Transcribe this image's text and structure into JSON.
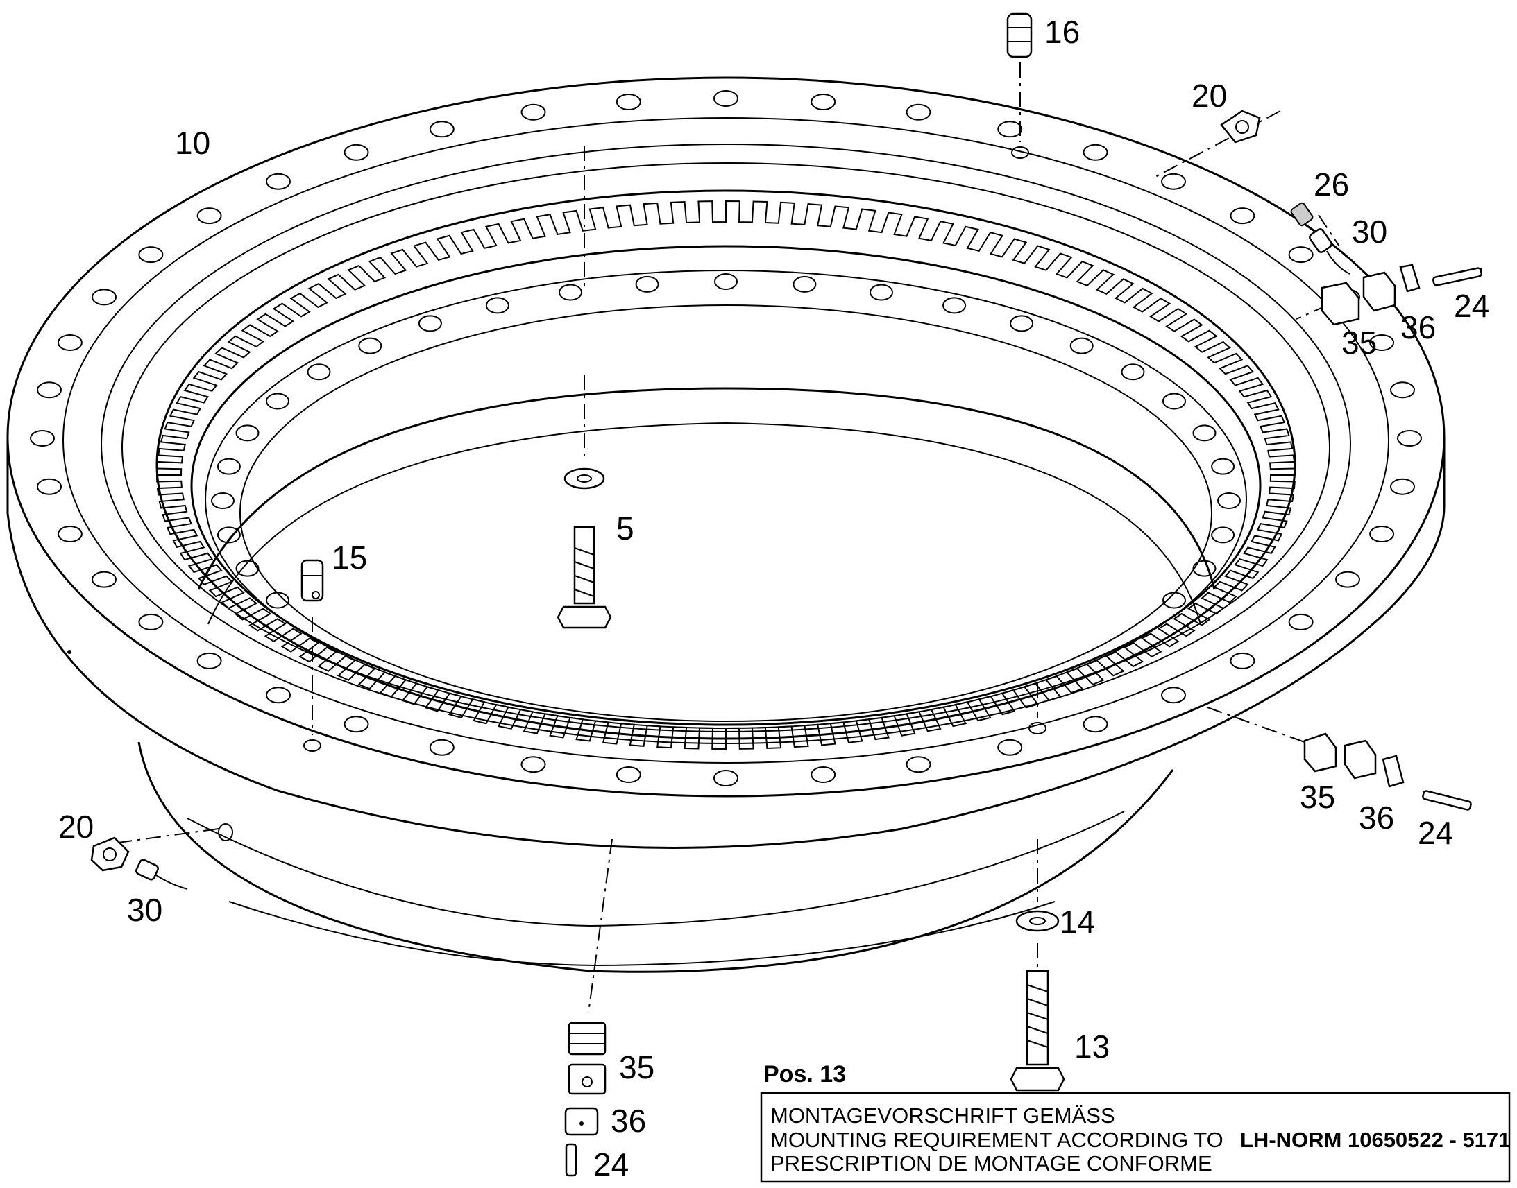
{
  "callouts": [
    {
      "id": "c10",
      "text": "10"
    },
    {
      "id": "c16",
      "text": "16"
    },
    {
      "id": "c20a",
      "text": "20"
    },
    {
      "id": "c26",
      "text": "26"
    },
    {
      "id": "c30a",
      "text": "30"
    },
    {
      "id": "c24a",
      "text": "24"
    },
    {
      "id": "c35a",
      "text": "35"
    },
    {
      "id": "c36a",
      "text": "36"
    },
    {
      "id": "c5",
      "text": "5"
    },
    {
      "id": "c15",
      "text": "15"
    },
    {
      "id": "c20b",
      "text": "20"
    },
    {
      "id": "c30b",
      "text": "30"
    },
    {
      "id": "c35b",
      "text": "35"
    },
    {
      "id": "c36b",
      "text": "36"
    },
    {
      "id": "c24b",
      "text": "24"
    },
    {
      "id": "c14",
      "text": "14"
    },
    {
      "id": "c13",
      "text": "13"
    },
    {
      "id": "c35c",
      "text": "35"
    },
    {
      "id": "c36c",
      "text": "36"
    },
    {
      "id": "c24c",
      "text": "24"
    }
  ],
  "note": {
    "pos_title": "Pos. 13",
    "lines": [
      "MONTAGEVORSCHRIFT GEMÄSS",
      "MOUNTING REQUIREMENT ACCORDING TO",
      "PRESCRIPTION DE MONTAGE CONFORME"
    ],
    "norm": "LH-NORM 10650522 - 5171"
  }
}
